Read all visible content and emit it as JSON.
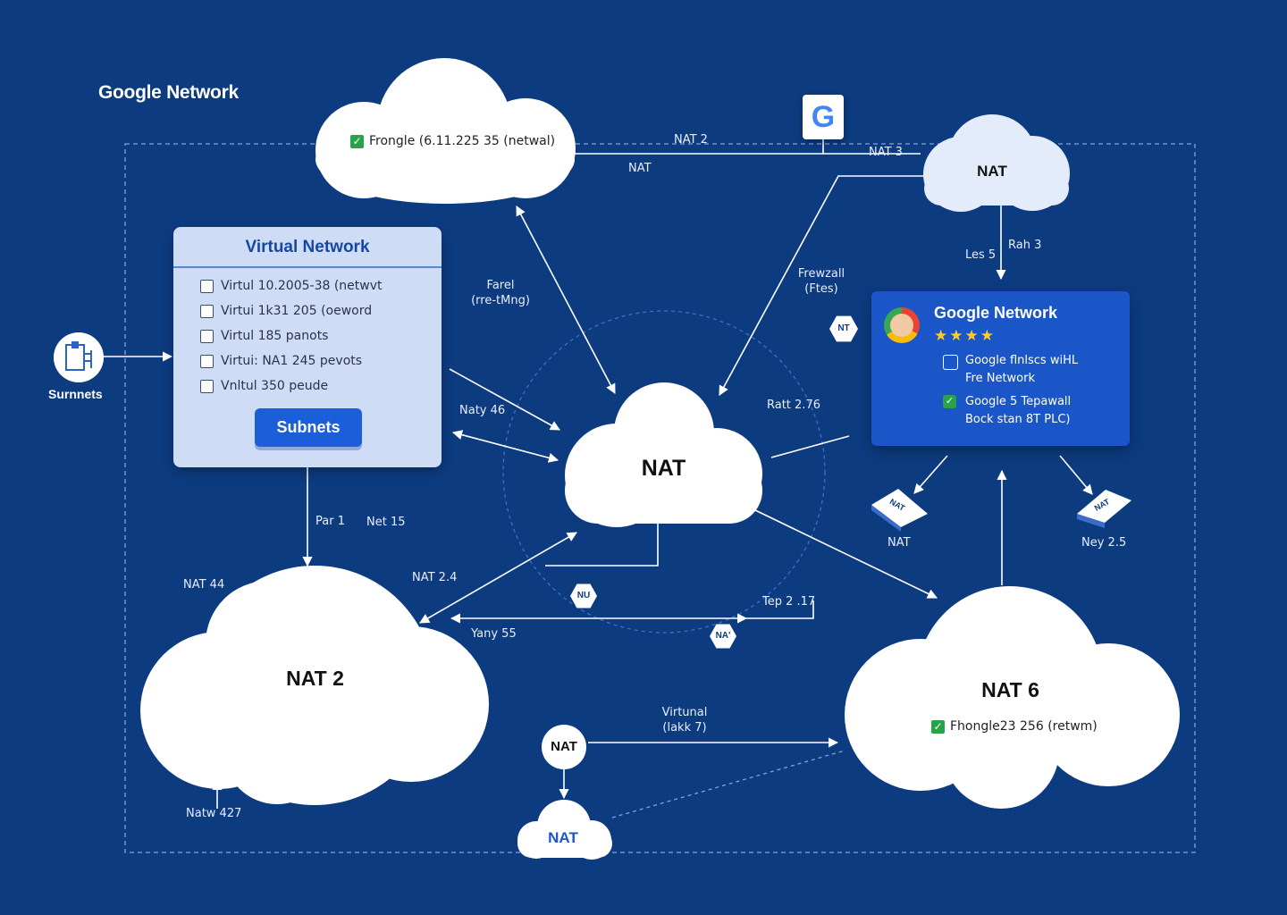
{
  "title": "Google Network",
  "clouds": {
    "top": {
      "check_text": "Frongle (6.11.225 35 (netwal)"
    },
    "top_right": "NAT",
    "center": "NAT",
    "left_bottom": "NAT 2",
    "right_bottom": {
      "label": "NAT 6",
      "check_text": "Fhongle23 256 (retwm)"
    },
    "bottom_small": "NAT"
  },
  "nat_circle": "NAT",
  "virtual_network": {
    "title": "Virtual Network",
    "items": [
      "Virtul 10.2005-38 (netwvt",
      "Virtui 1k31 205 (oeword",
      "Virtul 185 panots",
      "Virtui: NA1 245 pevots",
      "Vnltul 350 peude"
    ],
    "button": "Subnets"
  },
  "subnets_icon_label": "Surnnets",
  "google_card": {
    "title": "Google Network",
    "stars": "★★★★",
    "line1": "Google flnlscs wiHL\nFre Network",
    "line2": "Google 5 Tepawall\nBock stan 8T PLC)"
  },
  "badges": {
    "nt": "NT",
    "nu": "NU",
    "na": "NA'",
    "nat_left": "NAT",
    "nat_right": "NAT"
  },
  "labels": {
    "nat2_top": "NAT 2",
    "nat_top": "NAT",
    "nat3": "NAT 3",
    "les5": "Les 5",
    "rah3": "Rah 3",
    "firewall": "Frewzall\n(Ftes)",
    "farel": "Farel\n(rre-tMng)",
    "naty46": "Naty 46",
    "ratt276": "Ratt 2.76",
    "par1": "Par 1",
    "net15": "Net 15",
    "nat44": "NAT 44",
    "nat24": "NAT 2.4",
    "yany55": "Yany 55",
    "tep217": "Tep 2 .17",
    "virtual": "Virtunal\n(lakk 7)",
    "natw427": "Natw 427",
    "nat_diamond_left": "NAT",
    "ney25": "Ney 2.5"
  },
  "colors": {
    "background": "#0d3b80",
    "card_blue": "#1a56c8",
    "button_blue": "#1a5fd9",
    "panel": "#cfdcf6",
    "check_green": "#27a34a",
    "star": "#ffcc1f"
  }
}
